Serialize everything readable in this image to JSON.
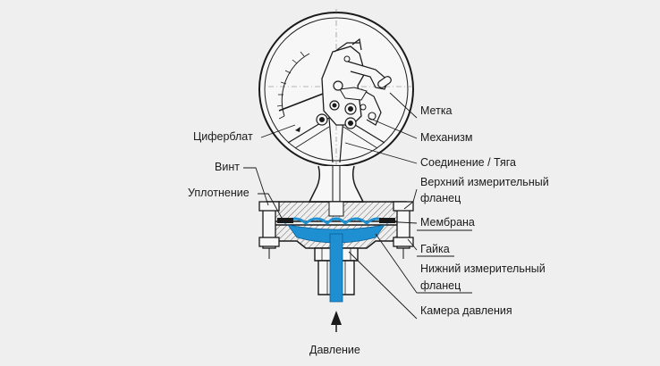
{
  "labels": {
    "dial": "Циферблат",
    "screw": "Винт",
    "seal": "Уплотнение",
    "pointer_mark": "Метка",
    "mechanism": "Механизм",
    "link": "Соединение / Тяга",
    "upper_flange_1": "Верхний измерительный",
    "upper_flange_2": "фланец",
    "membrane": "Мембрана",
    "nut": "Гайка",
    "lower_flange_1": "Нижний измерительный",
    "lower_flange_2": "фланец",
    "pressure_chamber": "Камера давления",
    "pressure": "Давление"
  },
  "colors": {
    "background": "#efefef",
    "line": "#1a1a1a",
    "membrane_blue": "#1e8fd0",
    "hatch": "#555555"
  }
}
